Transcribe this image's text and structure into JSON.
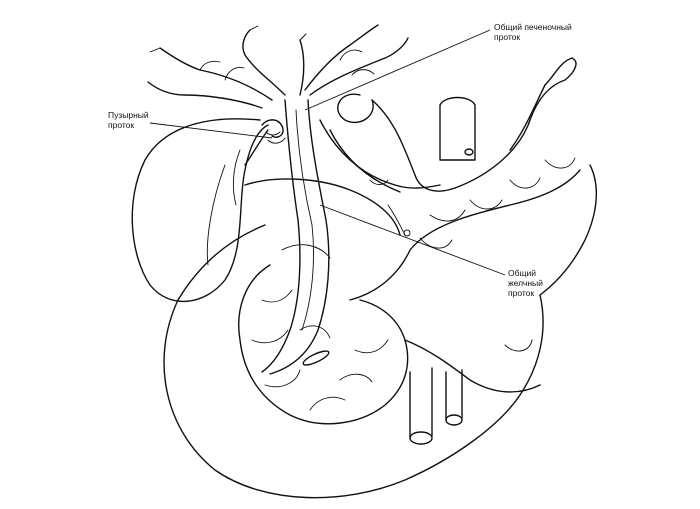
{
  "labels": {
    "common_hepatic_duct": [
      "Общий печеночный",
      "проток"
    ],
    "cystic_duct": [
      "Пузырный",
      "проток"
    ],
    "common_bile_duct": [
      "Общий",
      "желчный",
      "проток"
    ]
  },
  "colors": {
    "ink": "#111111",
    "paper": "#ffffff"
  }
}
